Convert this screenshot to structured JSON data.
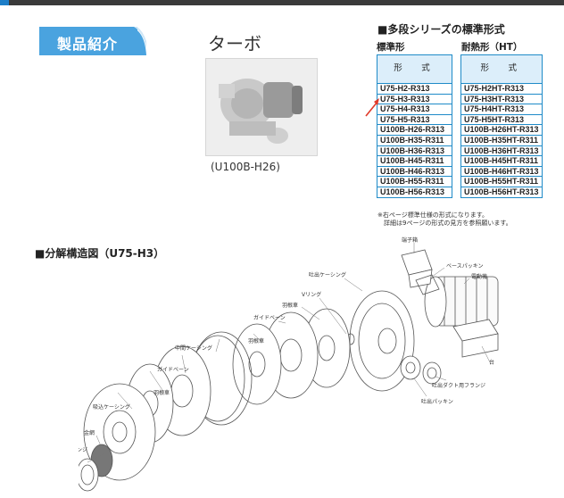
{
  "header": {
    "banner_label": "製品紹介",
    "product_title": "ターボ"
  },
  "photo": {
    "caption": "(U100B-H26)"
  },
  "series": {
    "heading": "■多段シリーズの標準形式",
    "standard": {
      "label": "標準形",
      "header": "形　式",
      "models": [
        "U75-H2-R313",
        "U75-H3-R313",
        "U75-H4-R313",
        "U75-H5-R313",
        "U100B-H26-R313",
        "U100B-H35-R311",
        "U100B-H36-R313",
        "U100B-H45-R311",
        "U100B-H46-R313",
        "U100B-H55-R311",
        "U100B-H56-R313"
      ]
    },
    "heat_resistant": {
      "label": "耐熱形（HT）",
      "header": "形　式",
      "models": [
        "U75-H2HT-R313",
        "U75-H3HT-R313",
        "U75-H4HT-R313",
        "U75-H5HT-R313",
        "U100B-H26HT-R313",
        "U100B-H35HT-R311",
        "U100B-H36HT-R313",
        "U100B-H45HT-R311",
        "U100B-H46HT-R313",
        "U100B-H55HT-R311",
        "U100B-H56HT-R313"
      ]
    },
    "notes": [
      "※右ページ標準仕様の形式になります。",
      "　詳細は9ページの形式の見方を参照願います。"
    ]
  },
  "diagram": {
    "heading": "■分解構造図（U75-H3）",
    "labels": {
      "terminal_box": "端子箱",
      "base_packing": "ベースパッキン",
      "motor": "電動機",
      "discharge_casing": "吐出ケーシング",
      "v_ring": "Vリング",
      "impeller_1": "羽根車",
      "guide_vane_1": "ガイドベーン",
      "impeller_2": "羽根車",
      "middle_casing": "中間ケーシング",
      "guide_vane_2": "ガイドベーン",
      "impeller_3": "羽根車",
      "suction_casing": "吸込ケーシング",
      "wire_mesh": "金網",
      "suction_duct_flange": "吸込ダクト用フランジ",
      "stand": "台",
      "discharge_duct_flange": "吐出ダクト用フランジ",
      "discharge_packing": "吐出パッキン"
    }
  },
  "colors": {
    "accent_blue": "#1f8bc8",
    "table_header_bg": "#dceefa",
    "arrow_red": "#e03a2a"
  }
}
